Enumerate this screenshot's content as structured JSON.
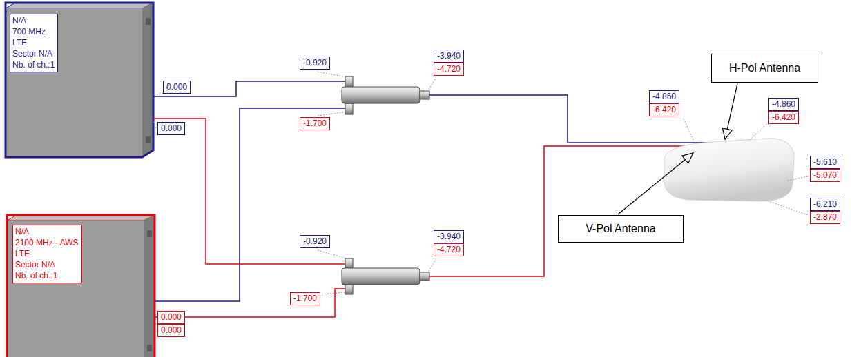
{
  "diagram": {
    "nodes": [
      {
        "text": [
          "N/A",
          "700 MHz",
          "LTE",
          "Sector N/A",
          "Nb. of ch.:1"
        ]
      },
      {
        "text": [
          "N/A",
          "2100 MHz - AWS",
          "LTE",
          "Sector N/A",
          "Nb. of ch.:1"
        ]
      },
      {
        "text": [
          "H-Pol Antenna"
        ]
      },
      {
        "text": [
          "V-Pol Antenna"
        ]
      }
    ],
    "labels": [
      "0.000",
      "0.000",
      "-0.920",
      "-3.940",
      "-4.720",
      "-1.700",
      "-4.860",
      "-6.420",
      "-4.860",
      "-6.420",
      "-5.610",
      "-5.070",
      "-6.210",
      "-2.870",
      "-0.920",
      "-3.940",
      "-4.720",
      "0.000",
      "0.000",
      "-1.700"
    ]
  }
}
